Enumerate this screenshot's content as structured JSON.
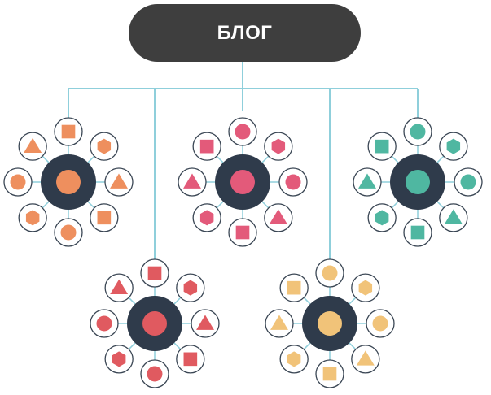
{
  "root": {
    "label": "БЛОГ",
    "fill": "#3e3e3e",
    "text_color": "#ffffff"
  },
  "connector_color": "#8fcfdb",
  "hub_fill": "#2f3b4b",
  "satellite_stroke": "#3a4654",
  "clusters": [
    {
      "id": "orange",
      "color": "#ee8f5e",
      "satellites": [
        "square",
        "hexagon",
        "triangle",
        "square",
        "circle",
        "hexagon",
        "circle",
        "triangle"
      ]
    },
    {
      "id": "pink",
      "color": "#e35a7a",
      "satellites": [
        "circle",
        "hexagon",
        "circle",
        "triangle",
        "square",
        "hexagon",
        "triangle",
        "square"
      ]
    },
    {
      "id": "teal",
      "color": "#4fb7a1",
      "satellites": [
        "circle",
        "hexagon",
        "circle",
        "triangle",
        "square",
        "hexagon",
        "triangle",
        "square"
      ]
    },
    {
      "id": "red",
      "color": "#e05a60",
      "satellites": [
        "square",
        "hexagon",
        "triangle",
        "square",
        "circle",
        "hexagon",
        "circle",
        "triangle"
      ]
    },
    {
      "id": "yellow",
      "color": "#f1c379",
      "satellites": [
        "circle",
        "hexagon",
        "circle",
        "triangle",
        "square",
        "hexagon",
        "triangle",
        "square"
      ]
    }
  ]
}
